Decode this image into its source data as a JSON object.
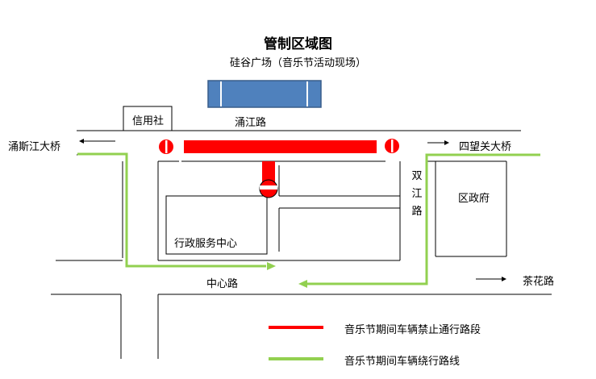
{
  "title": "管制区域图",
  "subtitle": "硅谷广场（音乐节活动现场）",
  "places": {
    "xinyongshe": "信用社",
    "service_center": "行政服务中心",
    "district_gov": "区政府"
  },
  "roads": {
    "yongjiang": "涌江路",
    "zhongxin": "中心路",
    "shuangjiang_chars": [
      "双",
      "江",
      "路"
    ],
    "chahua": "茶花路"
  },
  "bridges": {
    "west": "涌斯江大桥",
    "east": "四望关大桥"
  },
  "legend": {
    "closed_label": "音乐节期间车辆禁止通行路段",
    "detour_label": "音乐节期间车辆绕行路线",
    "closed_color": "#ff0000",
    "detour_color": "#92d050"
  },
  "colors": {
    "stage_fill": "#4f81bd",
    "stage_stroke": "#385d8a",
    "road_line": "#000000"
  },
  "icons": [
    "no-entry-sign-icon",
    "arrow-left-icon",
    "arrow-right-icon"
  ]
}
